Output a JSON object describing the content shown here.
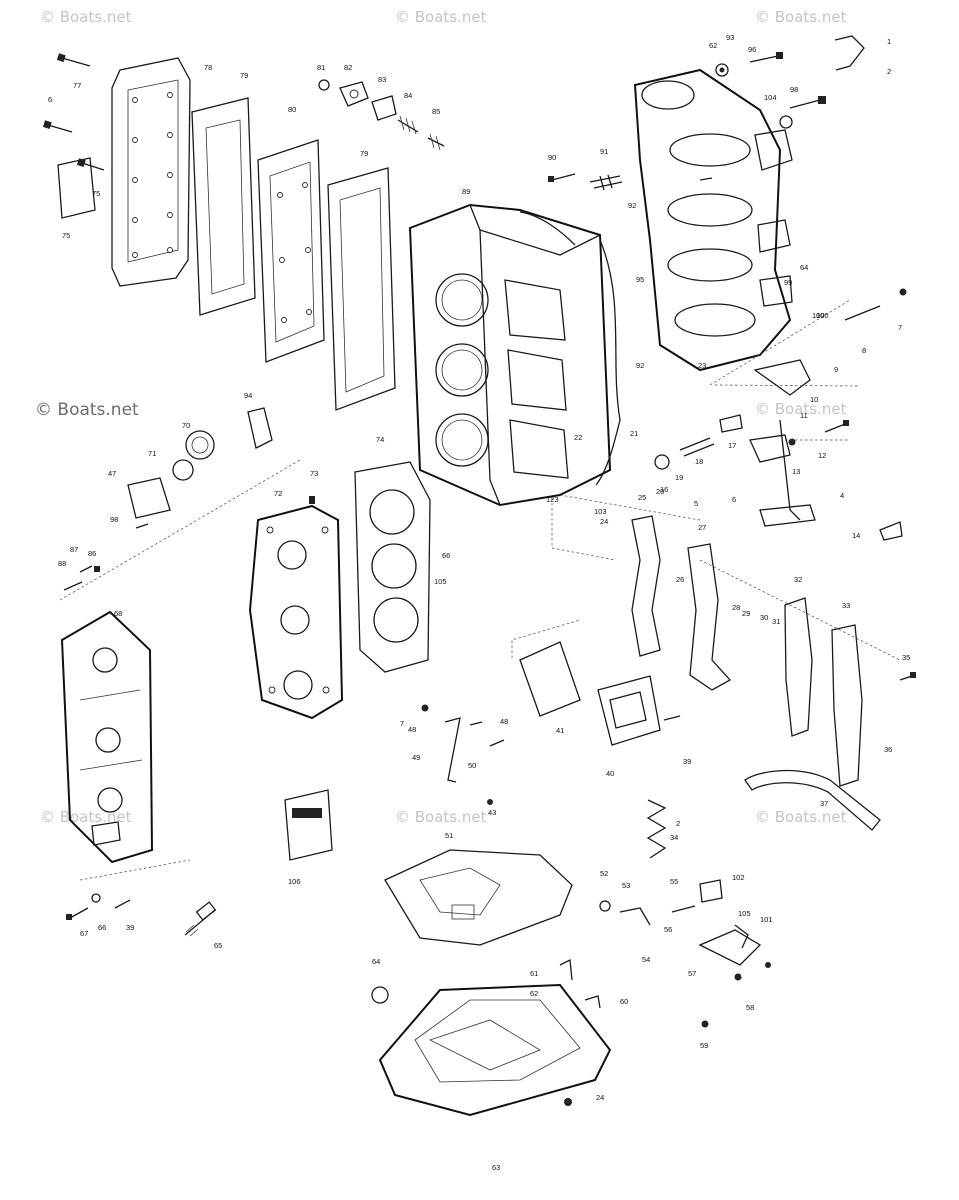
{
  "watermarks": [
    "© Boats.net",
    "© Boats.net",
    "© Boats.net",
    "© Boats.net",
    "© Boats.net",
    "© Boats.net",
    "© Boats.net",
    "© Boats.net"
  ],
  "part_labels": [
    "6",
    "77",
    "75",
    "75",
    "78",
    "79",
    "80",
    "79",
    "81",
    "82",
    "83",
    "84",
    "85",
    "89",
    "90",
    "91",
    "92",
    "95",
    "62",
    "93",
    "96",
    "1",
    "2",
    "92",
    "104",
    "98",
    "64",
    "99",
    "100",
    "7",
    "8",
    "9",
    "10",
    "11",
    "12",
    "13",
    "4",
    "5",
    "6",
    "14",
    "16",
    "17",
    "18",
    "19",
    "20",
    "21",
    "22",
    "23",
    "24",
    "25",
    "26",
    "27",
    "28",
    "29",
    "30",
    "31",
    "32",
    "33",
    "34",
    "35",
    "36",
    "37",
    "2",
    "103",
    "123",
    "66",
    "105",
    "94",
    "70",
    "71",
    "47",
    "98",
    "73",
    "72",
    "74",
    "87",
    "86",
    "88",
    "68",
    "48",
    "7",
    "48",
    "49",
    "50",
    "43",
    "41",
    "40",
    "39",
    "51",
    "106",
    "52",
    "53",
    "55",
    "102",
    "56",
    "105",
    "101",
    "54",
    "57",
    "58",
    "59",
    "60",
    "61",
    "62",
    "64",
    "63",
    "24",
    "65",
    "67",
    "66",
    "39",
    "100"
  ],
  "legend_watermark": "© Boats.net",
  "page_number": "63"
}
